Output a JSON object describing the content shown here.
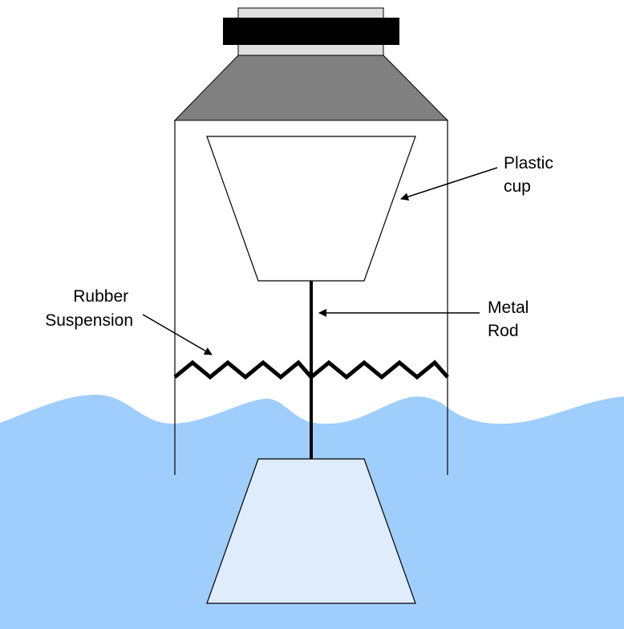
{
  "labels": {
    "plastic_cup": [
      "Plastic",
      "cup"
    ],
    "rubber_suspension": [
      "Rubber",
      "Suspension"
    ],
    "metal_rod": [
      "Metal",
      "Rod"
    ]
  },
  "colors": {
    "water": "#a0cefc",
    "float": "#deecfc",
    "cone": "#808080",
    "cap_band": "#000000",
    "cap_neck": "#e0e0e0",
    "outline": "#000000",
    "background": "#ffffff"
  },
  "icons": {
    "arrow": "arrowhead-pointer"
  }
}
